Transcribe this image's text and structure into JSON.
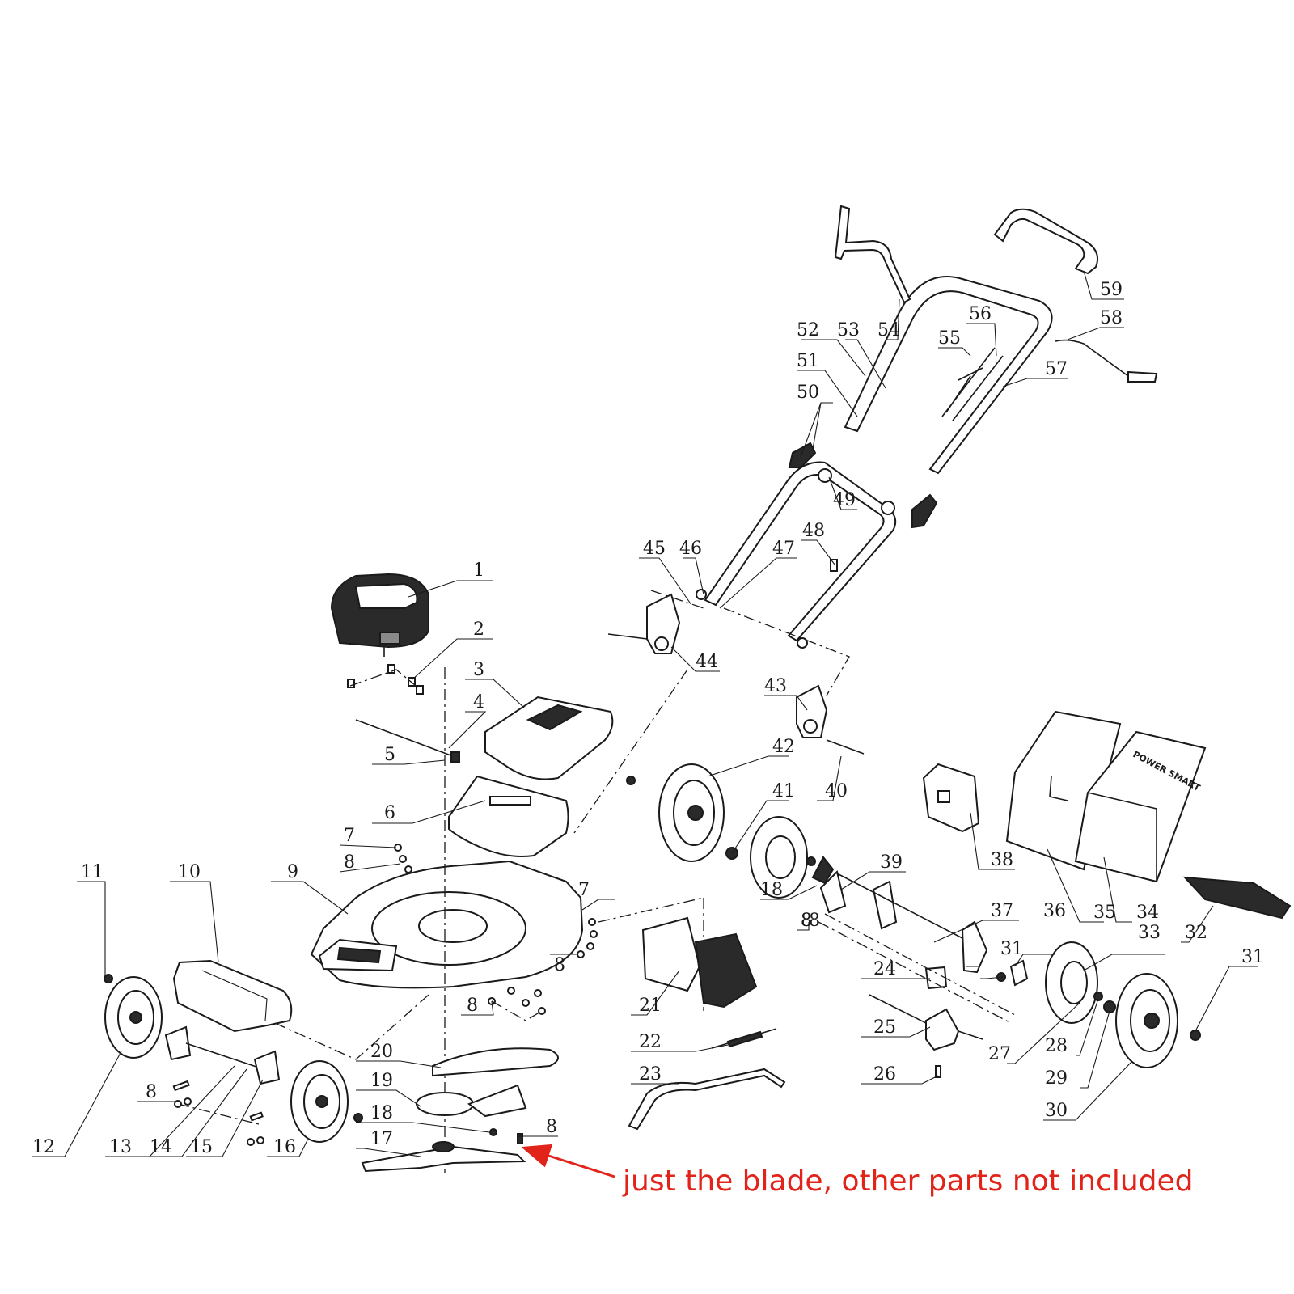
{
  "diagram": {
    "part_numbers": [
      "1",
      "2",
      "3",
      "4",
      "5",
      "6",
      "7",
      "7",
      "8",
      "8",
      "8",
      "8",
      "8",
      "8",
      "8",
      "8",
      "9",
      "10",
      "11",
      "12",
      "13",
      "14",
      "15",
      "16",
      "17",
      "18",
      "18",
      "19",
      "20",
      "21",
      "22",
      "23",
      "24",
      "25",
      "26",
      "27",
      "28",
      "29",
      "30",
      "31",
      "31",
      "32",
      "33",
      "34",
      "35",
      "36",
      "37",
      "38",
      "39",
      "40",
      "41",
      "42",
      "43",
      "44",
      "45",
      "46",
      "47",
      "48",
      "49",
      "50",
      "51",
      "52",
      "53",
      "54",
      "55",
      "56",
      "57",
      "58",
      "59"
    ],
    "brand_logo": "POWER SMART",
    "annotation": "just the blade, other parts not included",
    "colors": {
      "line": "#1a1a1a",
      "annotation": "#e2231a"
    }
  }
}
